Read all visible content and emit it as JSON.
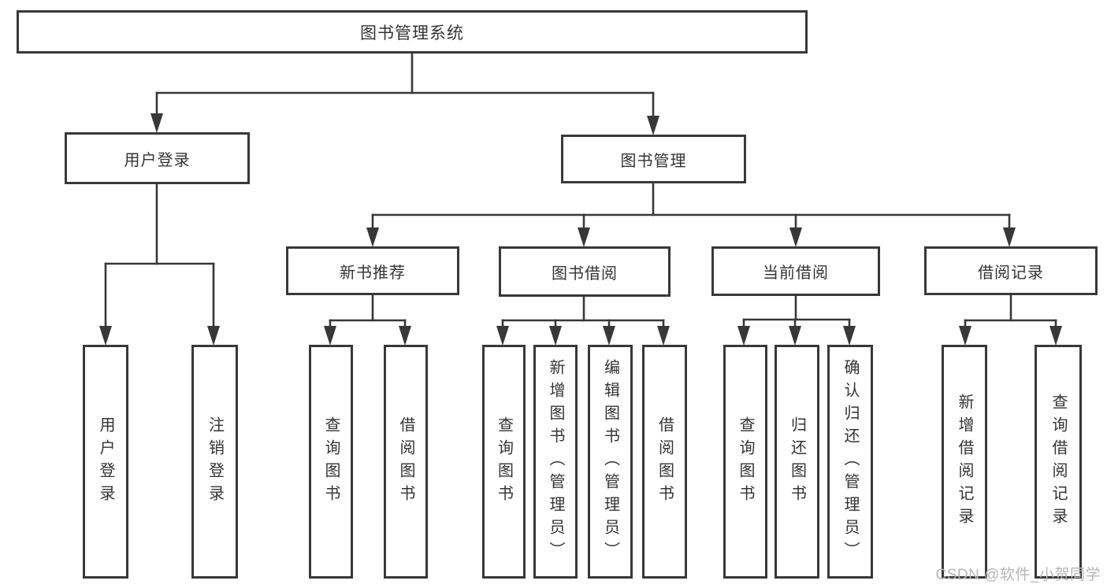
{
  "diagram": {
    "type": "hierarchy-tree",
    "colors": {
      "line": "#383838",
      "text": "#333333",
      "watermark": "#b6b6b6",
      "background": "#ffffff"
    },
    "root": {
      "label": "图书管理系统",
      "children": [
        {
          "label": "用户登录",
          "children": [
            {
              "label": "用户登录"
            },
            {
              "label": "注销登录"
            }
          ]
        },
        {
          "label": "图书管理",
          "children": [
            {
              "label": "新书推荐",
              "children": [
                {
                  "label": "查询图书"
                },
                {
                  "label": "借阅图书"
                }
              ]
            },
            {
              "label": "图书借阅",
              "children": [
                {
                  "label": "查询图书"
                },
                {
                  "label": "新增图书（管理员）"
                },
                {
                  "label": "编辑图书（管理员）"
                },
                {
                  "label": "借阅图书"
                }
              ]
            },
            {
              "label": "当前借阅",
              "children": [
                {
                  "label": "查询图书"
                },
                {
                  "label": "归还图书"
                },
                {
                  "label": "确认归还（管理员）"
                }
              ]
            },
            {
              "label": "借阅记录",
              "children": [
                {
                  "label": "新增借阅记录"
                },
                {
                  "label": "查询借阅记录"
                }
              ]
            }
          ]
        }
      ]
    },
    "watermark": "CSDN @软件_小贺同学"
  }
}
